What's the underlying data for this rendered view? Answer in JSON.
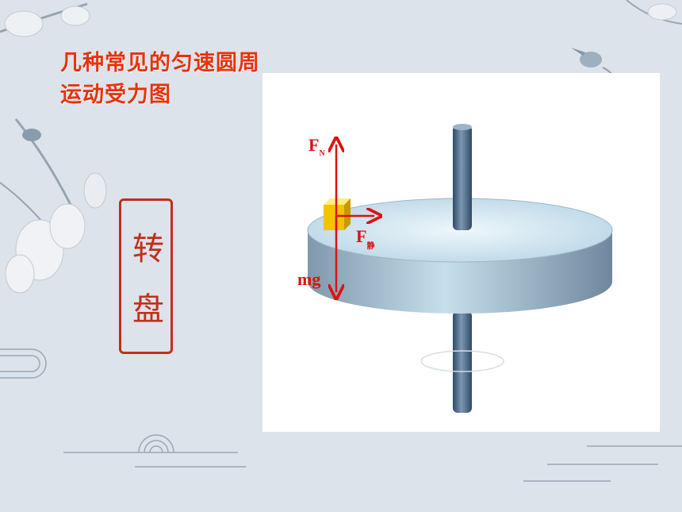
{
  "title": {
    "line1": "几种常见的匀速圆周",
    "line2": "运动受力图"
  },
  "seal": {
    "char1": "转",
    "char2": "盘"
  },
  "diagram": {
    "normal_force": {
      "main": "F",
      "sub": "N"
    },
    "static_friction": {
      "main": "F",
      "sub": "静"
    },
    "gravity": "mg"
  },
  "colors": {
    "title": "#e8320c",
    "seal": "#c0301a",
    "force_arrows": "#e01010",
    "block": "#f2c400",
    "turntable": "#a9c9dc",
    "axle": "#4d6b8a",
    "background": "#dde3ea"
  }
}
